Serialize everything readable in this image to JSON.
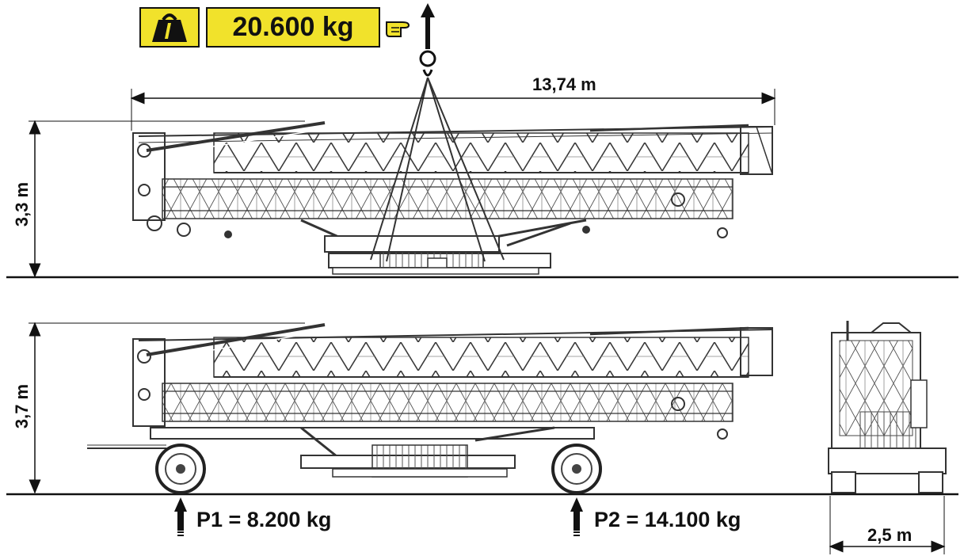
{
  "load": {
    "total_weight": "20.600 kg",
    "weight_icon": "weight-icon",
    "pointer_icon": "pointing-hand-icon"
  },
  "dimensions": {
    "length": "13,74 m",
    "height_folded": "3,3 m",
    "height_transport": "3,7 m",
    "width": "2,5 m"
  },
  "axle_loads": {
    "p1": "P1 = 8.200 kg",
    "p2": "P2 = 14.100 kg"
  },
  "colors": {
    "badge": "#f1e22b",
    "line": "#111111",
    "drawing": "#3a3a3a"
  }
}
